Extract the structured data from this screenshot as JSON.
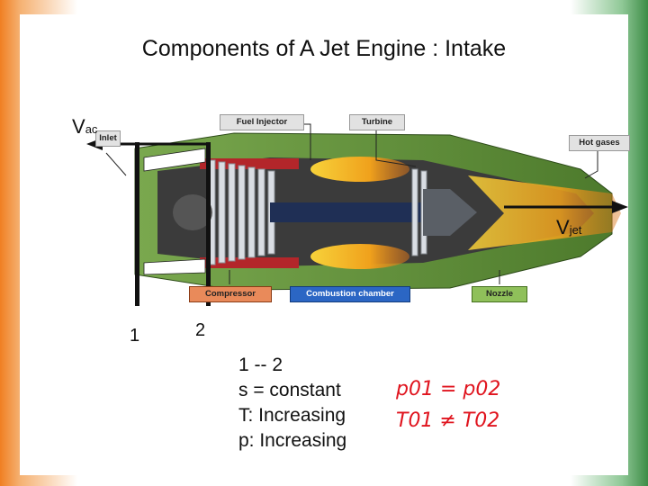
{
  "title": "Components of A Jet Engine : Intake",
  "labels": {
    "v_ac_main": "V",
    "v_ac_sub": "ac",
    "v_jet_main": "V",
    "v_jet_sub": "jet",
    "station_1": "1",
    "station_2": "2"
  },
  "engine_callouts": {
    "inlet": "Inlet",
    "fuel_injector": "Fuel Injector",
    "turbine": "Turbine",
    "hot_gases": "Hot gases",
    "compressor": "Compressor",
    "combustion_chamber": "Combustion chamber",
    "nozzle": "Nozzle"
  },
  "process": {
    "line1": "1 -- 2",
    "line2": "s  = constant",
    "line3": "T: Increasing",
    "line4": "p: Increasing"
  },
  "handwritten": {
    "line1": "p01 = p02",
    "line2": "T01 ≠ T02"
  },
  "colors": {
    "arrow": "#111111",
    "handwriting": "#e0141e",
    "engine_casing": "#5d8a3a",
    "flame": "#f2b21e"
  }
}
